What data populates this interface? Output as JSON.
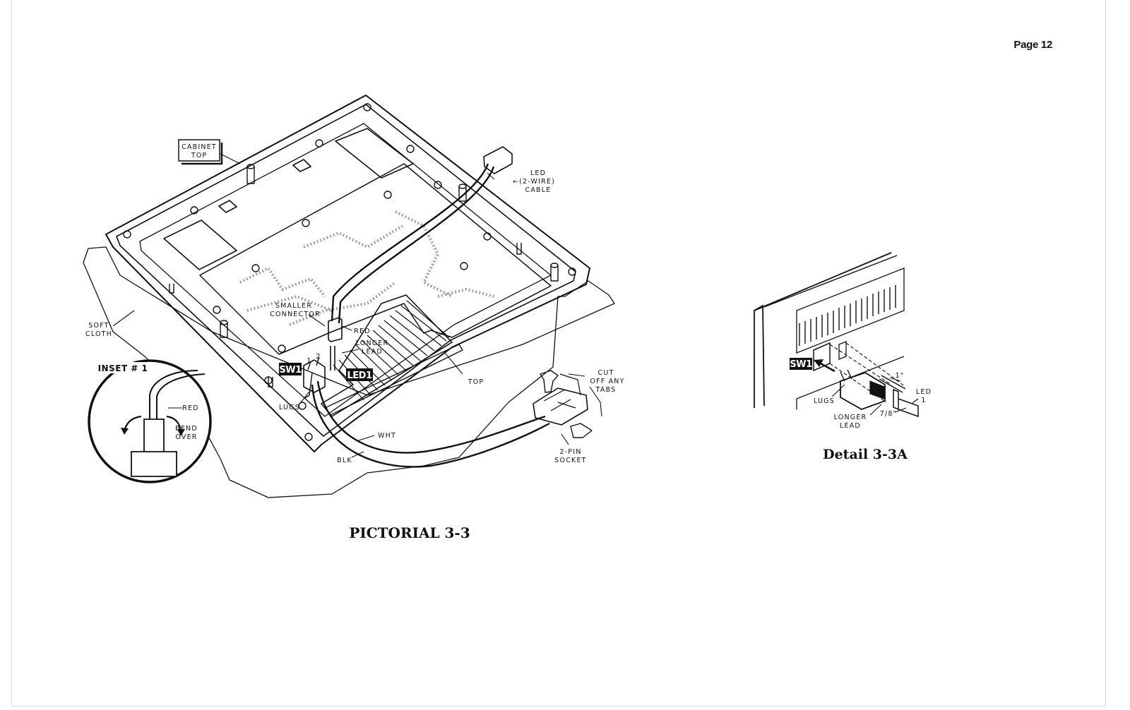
{
  "page": {
    "number_label": "Page 12"
  },
  "pictorial": {
    "caption": "PICTORIAL 3-3",
    "labels": {
      "cabinet_top": [
        "CABINET",
        "TOP"
      ],
      "led_cable": [
        "LED",
        "←(2-WIRE)",
        "CABLE"
      ],
      "soft_cloth": [
        "SOFT",
        "CLOTH"
      ],
      "smaller_connector": [
        "SMALLER",
        "CONNECTOR"
      ],
      "red": "RED",
      "longer_lead": [
        "LONGER",
        "LEAD"
      ],
      "pin_1": "1",
      "pin_2": "2",
      "sw1": "SW1",
      "led1": "LED1",
      "top": "TOP",
      "lugs": "LUGS",
      "wht": "WHT",
      "blk": "BLK",
      "cut_off_tabs": [
        "CUT",
        "OFF ANY",
        "TABS"
      ],
      "two_pin_socket": [
        "2-PIN",
        "SOCKET"
      ]
    },
    "inset": {
      "title": "INSET # 1",
      "red": "RED",
      "bend_over": [
        "BEND",
        "OVER"
      ]
    }
  },
  "detail": {
    "caption": "Detail 3-3A",
    "labels": {
      "sw1": "SW1",
      "lugs": "LUGS",
      "longer_lead": [
        "LONGER",
        "LEAD"
      ],
      "one_inch": "1\"",
      "seven_eighths": "7/8\"",
      "led": [
        "LED",
        "1"
      ]
    }
  }
}
